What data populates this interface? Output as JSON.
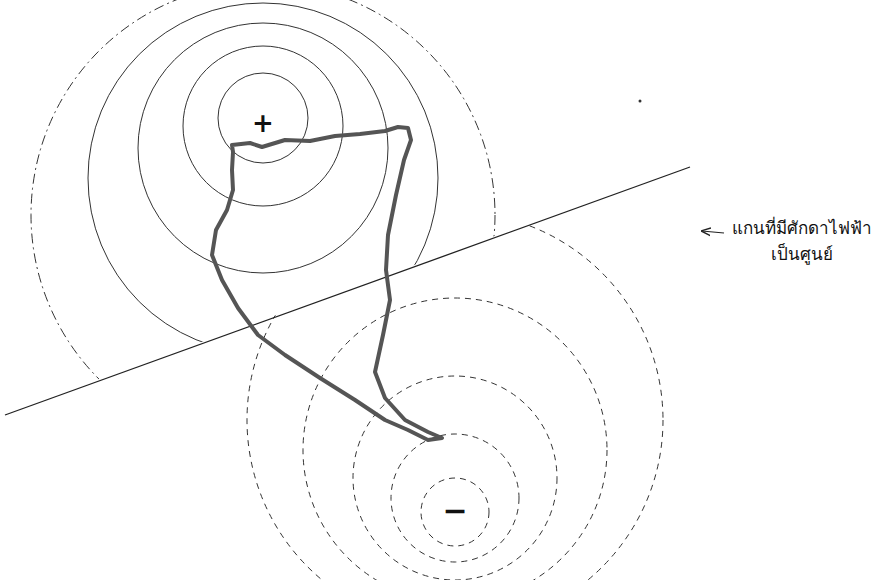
{
  "diagram": {
    "labels": [
      "+",
      "แกนที่มีศักดาไฟฟ้า เป็นศูนย์",
      "−"
    ]
  }
}
